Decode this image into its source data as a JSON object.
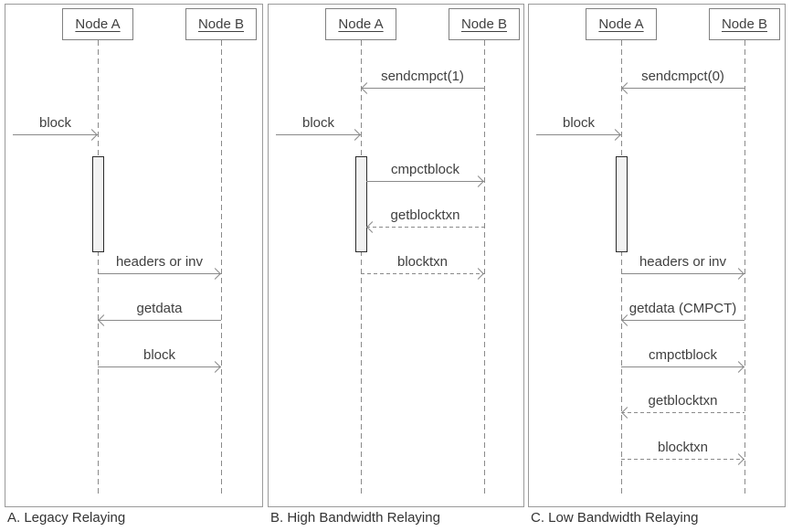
{
  "colors": {
    "line": "#8a8a8a",
    "text": "#404040",
    "panel_border": "#9a9a9a",
    "activation_fill": "#f2f2f2",
    "activation_border": "#2b2b2b"
  },
  "panels": [
    {
      "caption": "A. Legacy Relaying",
      "nodes": [
        {
          "label": "Node A"
        },
        {
          "label": "Node B"
        }
      ],
      "activation": {
        "on": "A"
      },
      "messages": [
        {
          "label": "block",
          "from": "external",
          "to": "A",
          "line": "solid",
          "step": 1
        },
        {
          "label": "headers or inv",
          "from": "A",
          "to": "B",
          "line": "solid",
          "step": 4
        },
        {
          "label": "getdata",
          "from": "B",
          "to": "A",
          "line": "solid",
          "step": 5
        },
        {
          "label": "block",
          "from": "A",
          "to": "B",
          "line": "solid",
          "step": 6
        }
      ]
    },
    {
      "caption": "B. High Bandwidth Relaying",
      "nodes": [
        {
          "label": "Node A"
        },
        {
          "label": "Node B"
        }
      ],
      "activation": {
        "on": "A"
      },
      "messages": [
        {
          "label": "sendcmpct(1)",
          "from": "B",
          "to": "A",
          "line": "solid",
          "step": 0
        },
        {
          "label": "block",
          "from": "external",
          "to": "A",
          "line": "solid",
          "step": 1
        },
        {
          "label": "cmpctblock",
          "from": "A",
          "to": "B",
          "line": "solid",
          "step": 2
        },
        {
          "label": "getblocktxn",
          "from": "B",
          "to": "A",
          "line": "dashed",
          "step": 3
        },
        {
          "label": "blocktxn",
          "from": "A",
          "to": "B",
          "line": "dashed",
          "step": 4
        }
      ]
    },
    {
      "caption": "C. Low Bandwidth Relaying",
      "nodes": [
        {
          "label": "Node A"
        },
        {
          "label": "Node B"
        }
      ],
      "activation": {
        "on": "A"
      },
      "messages": [
        {
          "label": "sendcmpct(0)",
          "from": "B",
          "to": "A",
          "line": "solid",
          "step": 0
        },
        {
          "label": "block",
          "from": "external",
          "to": "A",
          "line": "solid",
          "step": 1
        },
        {
          "label": "headers or inv",
          "from": "A",
          "to": "B",
          "line": "solid",
          "step": 4
        },
        {
          "label": "getdata (CMPCT)",
          "from": "B",
          "to": "A",
          "line": "solid",
          "step": 5
        },
        {
          "label": "cmpctblock",
          "from": "A",
          "to": "B",
          "line": "solid",
          "step": 6
        },
        {
          "label": "getblocktxn",
          "from": "B",
          "to": "A",
          "line": "dashed",
          "step": 7
        },
        {
          "label": "blocktxn",
          "from": "A",
          "to": "B",
          "line": "dashed",
          "step": 8
        }
      ]
    }
  ]
}
